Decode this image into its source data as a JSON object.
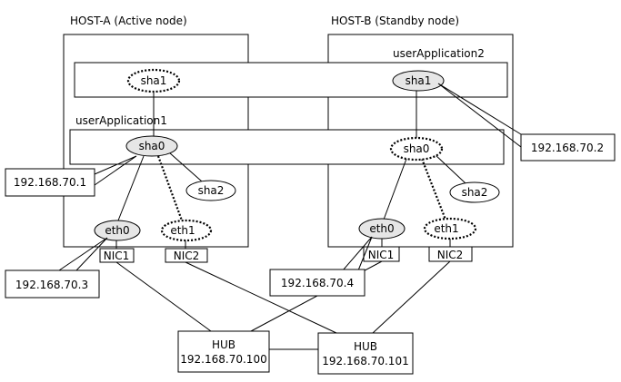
{
  "hosts": {
    "a": {
      "title": "HOST-A (Active node)"
    },
    "b": {
      "title": "HOST-B (Standby node)"
    }
  },
  "applications": {
    "app1": "userApplication1",
    "app2": "userApplication2"
  },
  "nodes": {
    "a_sha1": "sha1",
    "a_sha0": "sha0",
    "a_sha2": "sha2",
    "a_eth0": "eth0",
    "a_eth1": "eth1",
    "b_sha1": "sha1",
    "b_sha0": "sha0",
    "b_sha2": "sha2",
    "b_eth0": "eth0",
    "b_eth1": "eth1"
  },
  "nics": {
    "a_nic1": "NIC1",
    "a_nic2": "NIC2",
    "b_nic1": "NIC1",
    "b_nic2": "NIC2"
  },
  "callouts": {
    "a_sha0_ip": "192.168.70.1",
    "a_eth0_ip": "192.168.70.3",
    "b_eth0_ip": "192.168.70.4",
    "b_sha1_ip": "192.168.70.2"
  },
  "hubs": {
    "hub1": {
      "name": "HUB",
      "ip": "192.168.70.100"
    },
    "hub2": {
      "name": "HUB",
      "ip": "192.168.70.101"
    }
  }
}
